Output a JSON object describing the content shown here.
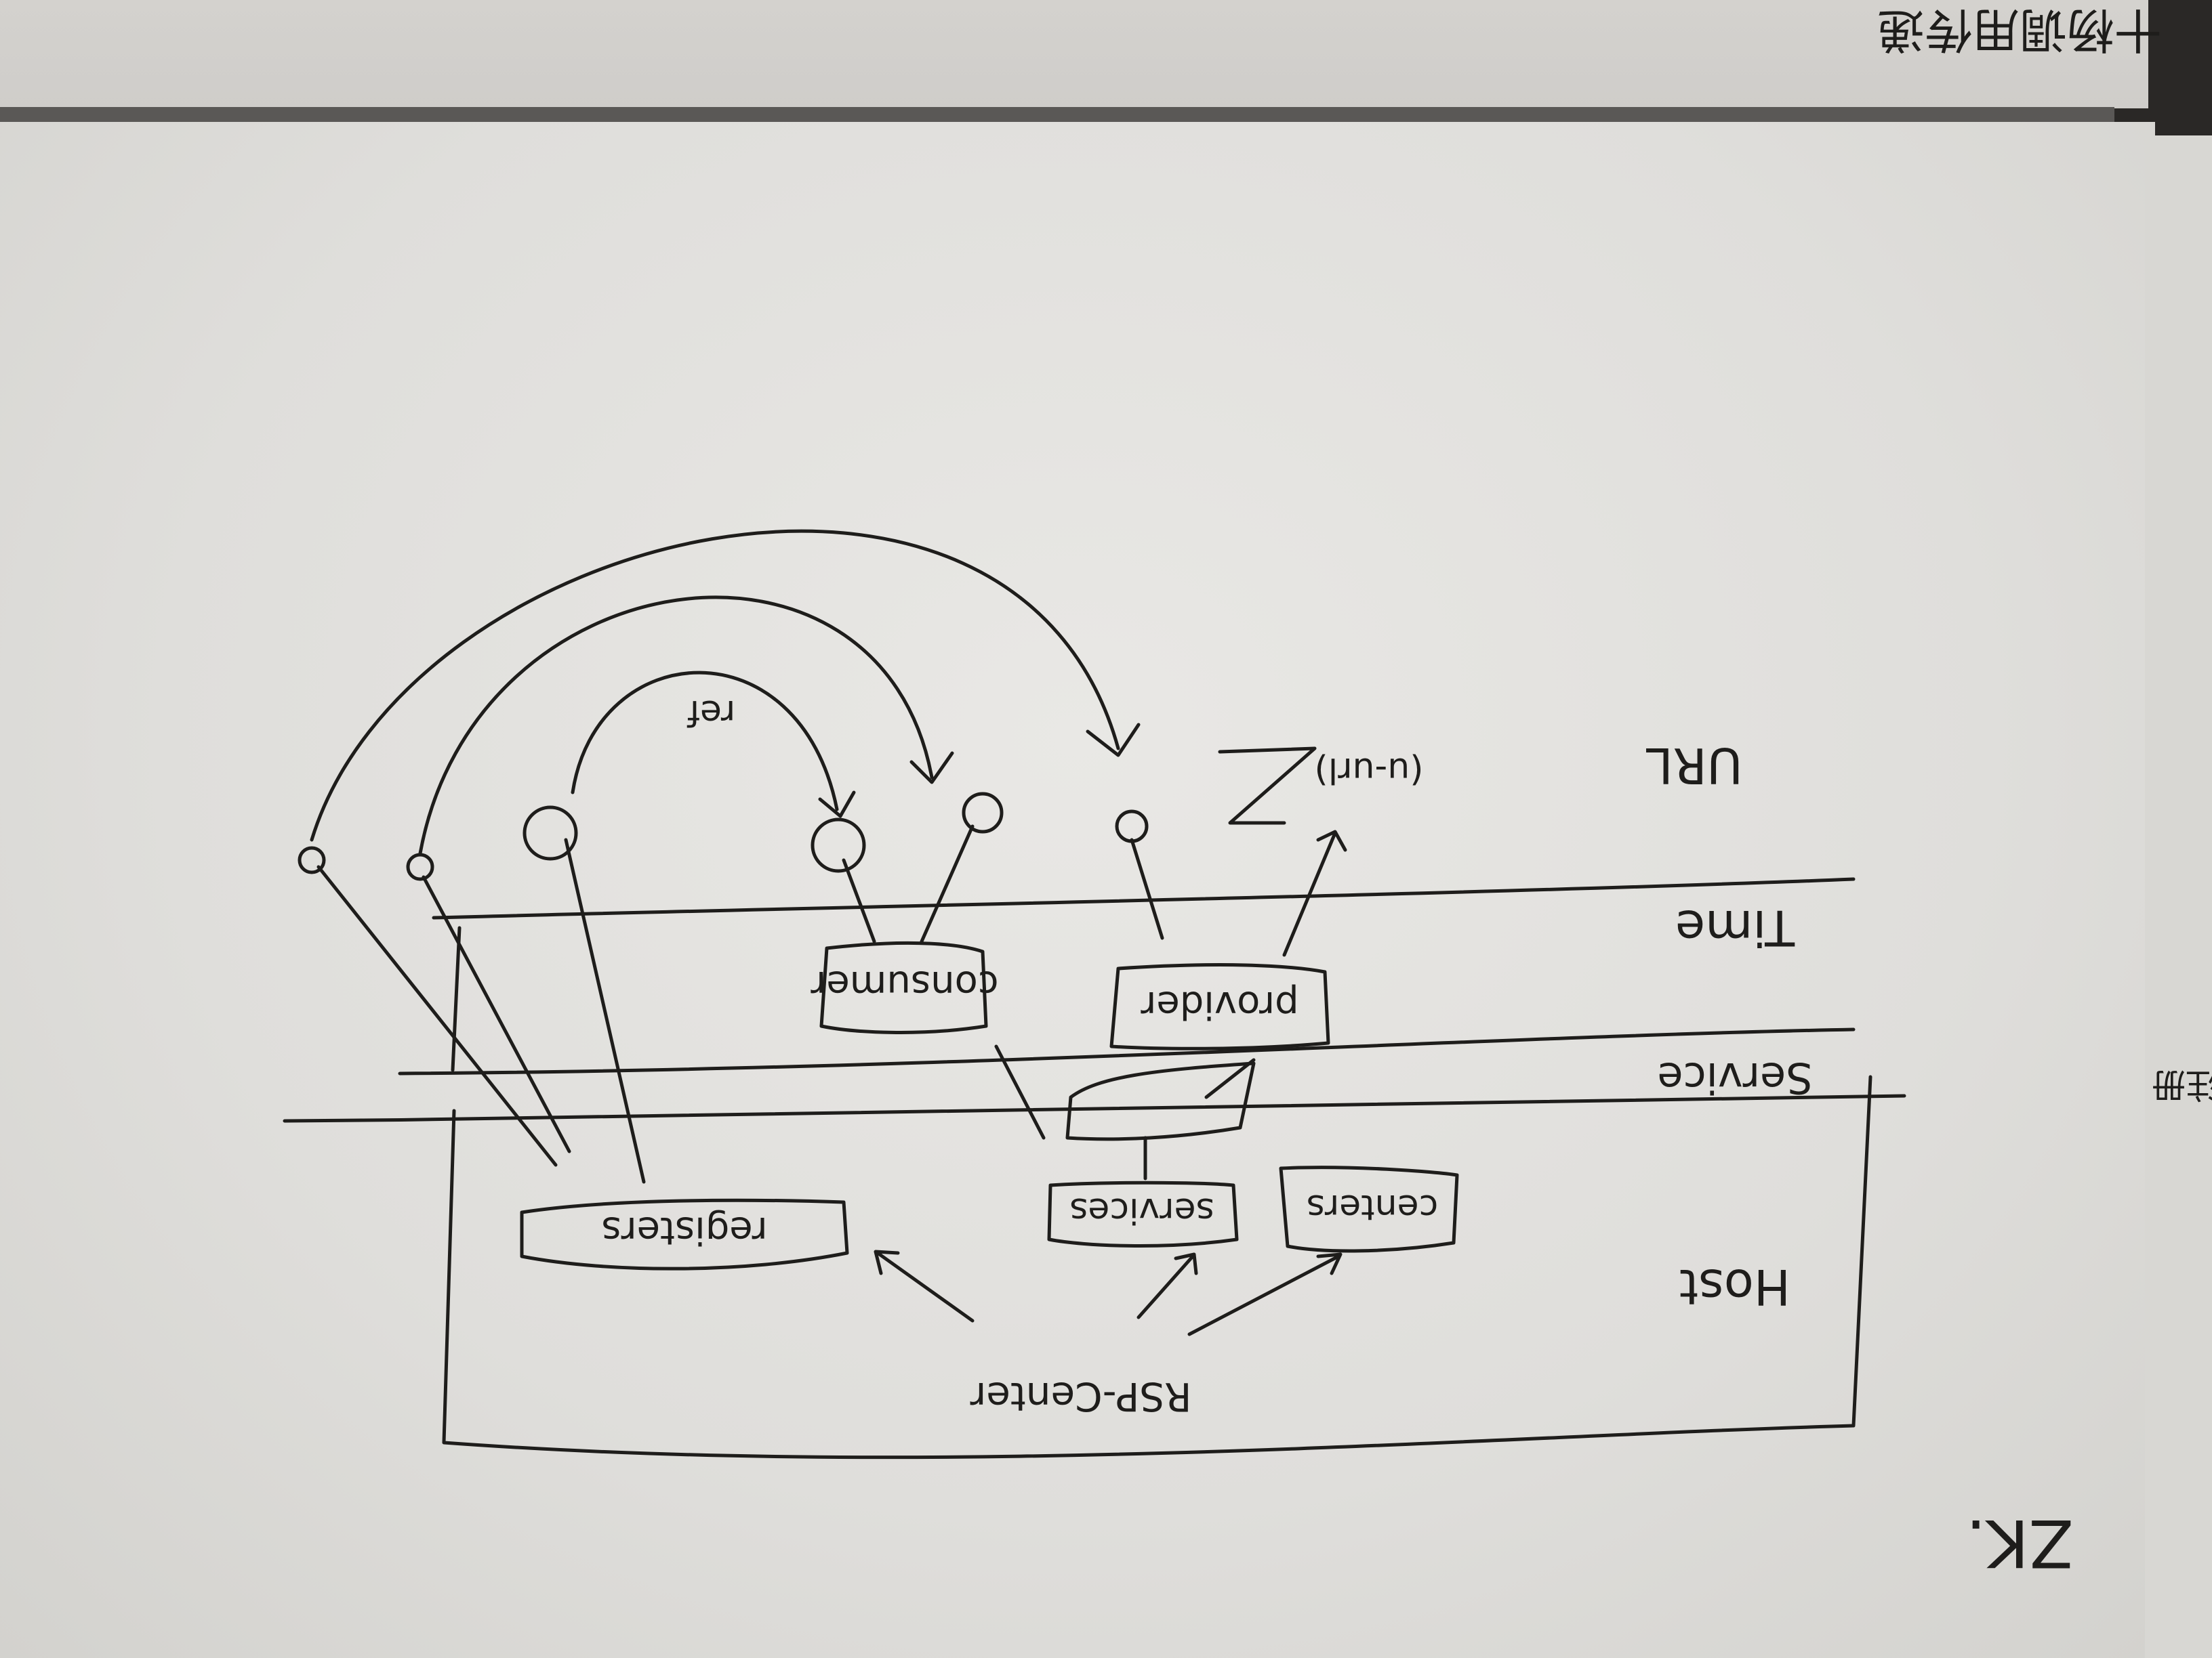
{
  "labels": {
    "top_header": "十杨调用传递",
    "layers": [
      "URL",
      "Time",
      "Service",
      "Host"
    ],
    "nodes": [
      "consumer",
      "provider",
      "registers",
      "services",
      "centers"
    ],
    "ref_label": "ref",
    "url_note": "(u-url)",
    "rsp_center": "RSP-Center",
    "zk_note": "ZK.",
    "right_edge_note": "注册"
  },
  "colors": {
    "ink": "#1e1d1b",
    "paper": "#e4e3e0",
    "background": "#2a2826"
  }
}
